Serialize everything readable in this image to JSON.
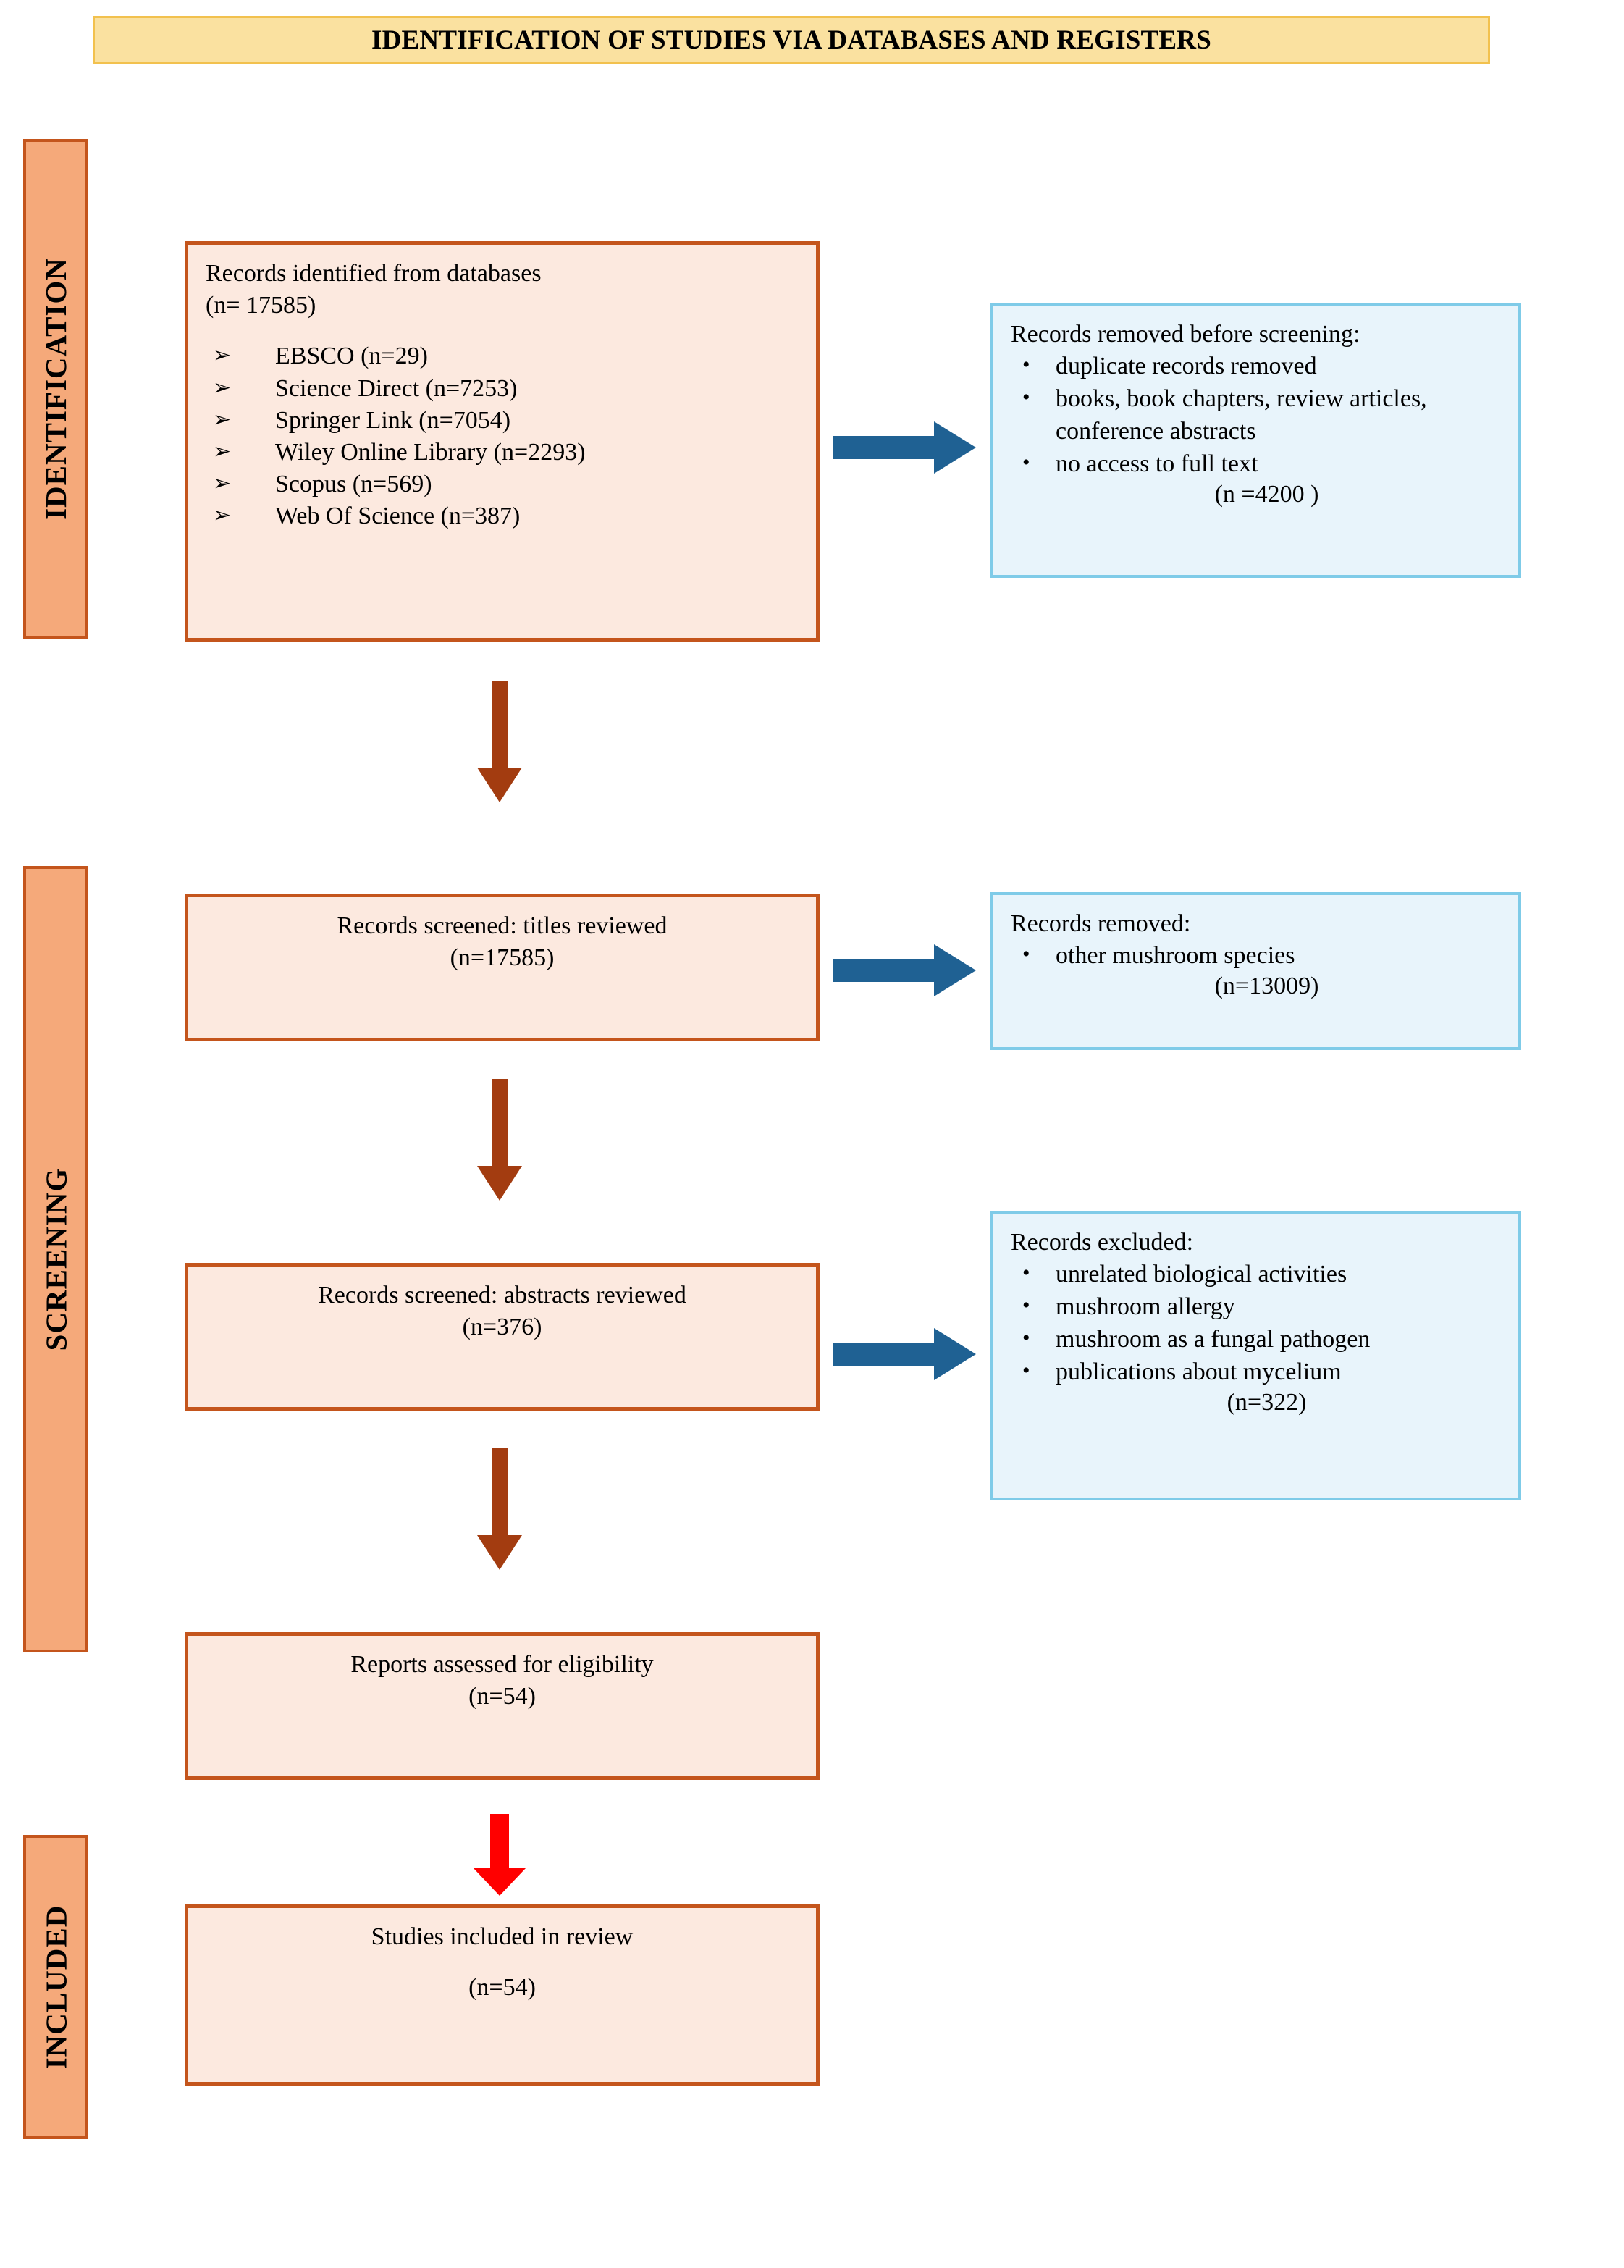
{
  "title": {
    "text": "IDENTIFICATION OF STUDIES VIA DATABASES AND REGISTERS"
  },
  "stages": {
    "identification": "IDENTIFICATION",
    "screening": "SCREENING",
    "included": "INCLUDED"
  },
  "boxes": {
    "identified": {
      "heading": "Records identified  from databases",
      "count": "(n= 17585)",
      "sources": [
        "EBSCO (n=29)",
        "Science Direct (n=7253)",
        "Springer Link  (n=7054)",
        "Wiley Online  Library  (n=2293)",
        "Scopus (n=569)",
        "Web Of Science (n=387)"
      ]
    },
    "removed_before_screening": {
      "heading": "Records removed before screening:",
      "items": [
        "duplicate records removed",
        "books, book chapters, review articles, conference abstracts",
        "no access to full  text"
      ],
      "count": "(n =4200 )"
    },
    "screened_titles": {
      "heading": "Records screened: titles  reviewed",
      "count": "(n=17585)"
    },
    "removed_titles": {
      "heading": "Records removed:",
      "items": [
        "other mushroom species"
      ],
      "count": "(n=13009)"
    },
    "screened_abstracts": {
      "heading": "Records screened: abstracts reviewed",
      "count": "(n=376)"
    },
    "excluded": {
      "heading": "Records excluded:",
      "items": [
        "unrelated biological activities",
        "mushroom allergy",
        "mushroom as a fungal pathogen",
        "publications about mycelium"
      ],
      "count": "(n=322)"
    },
    "eligibility": {
      "heading": "Reports assessed for eligibility",
      "count": "(n=54)"
    },
    "included": {
      "heading": "Studies included in review",
      "count": "(n=54)"
    }
  },
  "colors": {
    "banner_fill": "#FAE1A0",
    "banner_border": "#F2C14E",
    "stage_fill": "#F5A97A",
    "stage_border": "#C4551C",
    "peach_fill": "#FCE9DF",
    "peach_border": "#C4551C",
    "blue_fill": "#E8F4FB",
    "blue_border": "#7FCBE8",
    "arrow_brown": "#A33C10",
    "arrow_blue": "#1F6193",
    "arrow_red": "#FF0000"
  }
}
